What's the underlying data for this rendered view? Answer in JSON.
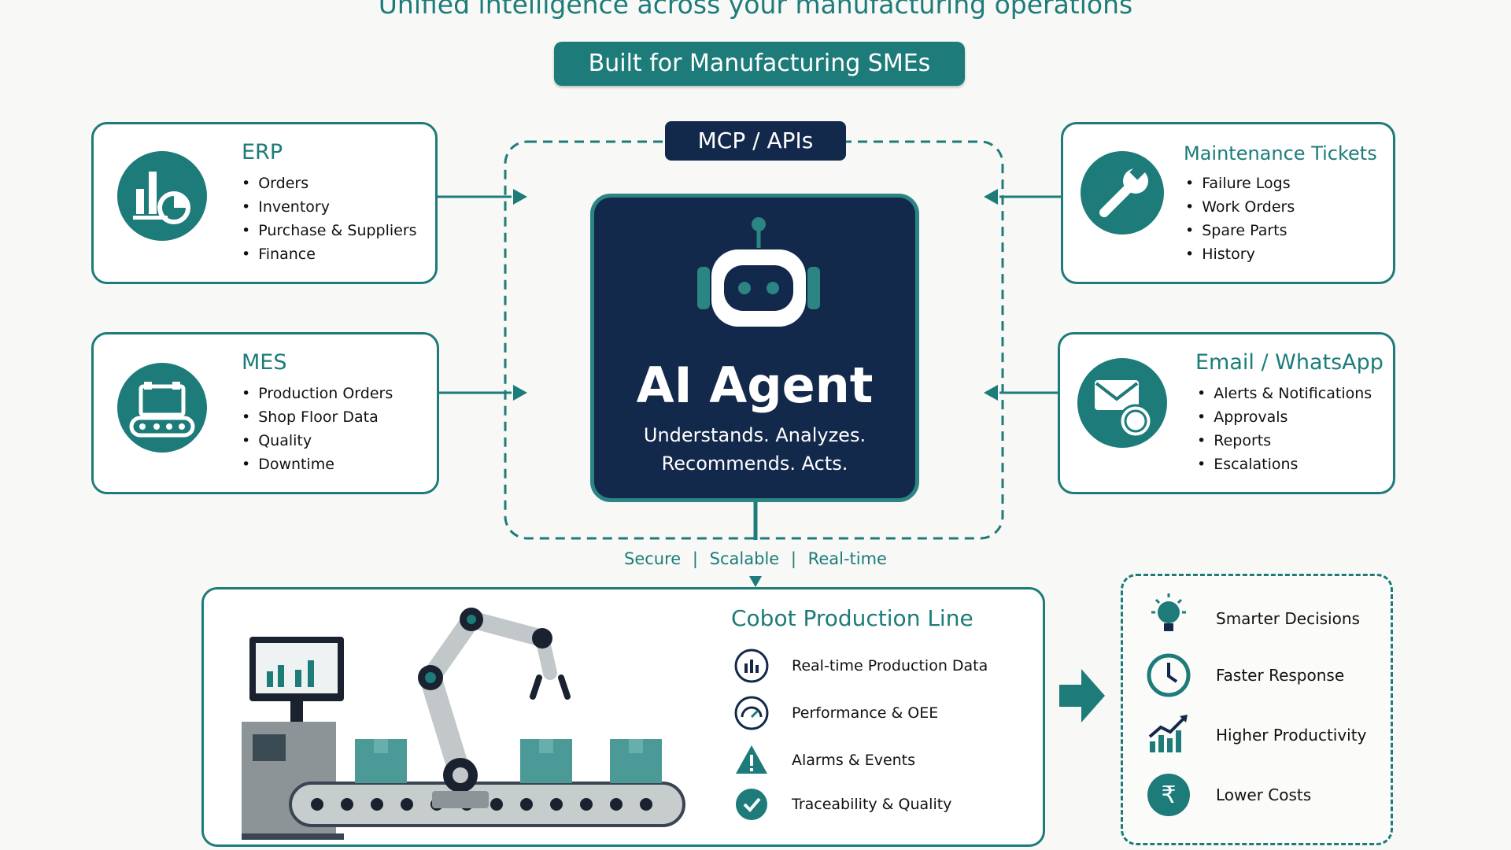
{
  "header": {
    "title": "Unified intelligence across your manufacturing operations",
    "badge": "Built for Manufacturing SMEs"
  },
  "mcp_label": "MCP / APIs",
  "agent": {
    "title": "AI Agent",
    "line1": "Understands. Analyzes.",
    "line2": "Recommends. Acts."
  },
  "sources": {
    "erp": {
      "title": "ERP",
      "items": [
        "Orders",
        "Inventory",
        "Purchase & Suppliers",
        "Finance"
      ]
    },
    "mes": {
      "title": "MES",
      "items": [
        "Production Orders",
        "Shop Floor Data",
        "Quality",
        "Downtime"
      ]
    },
    "maintenance": {
      "title": "Maintenance Tickets",
      "items": [
        "Failure Logs",
        "Work Orders",
        "Spare Parts",
        "History"
      ]
    },
    "comms": {
      "title": "Email / WhatsApp",
      "items": [
        "Alerts & Notifications",
        "Approvals",
        "Reports",
        "Escalations"
      ]
    }
  },
  "tagline": {
    "a": "Secure",
    "b": "Scalable",
    "c": "Real-time",
    "sep": "|"
  },
  "cobot": {
    "title": "Cobot Production Line",
    "features": [
      "Real-time Production Data",
      "Performance & OEE",
      "Alarms & Events",
      "Traceability & Quality"
    ]
  },
  "benefits": [
    "Smarter Decisions",
    "Faster Response",
    "Higher Productivity",
    "Lower Costs"
  ],
  "icons": {
    "erp": "bar-pie-chart-icon",
    "mes": "conveyor-icon",
    "maintenance": "wrench-icon",
    "comms": "envelope-whatsapp-icon",
    "agent": "robot-head-icon",
    "rupee_symbol": "₹"
  },
  "colors": {
    "teal": "#1d7b7a",
    "navy": "#13294b",
    "background": "#f8f8f6"
  }
}
